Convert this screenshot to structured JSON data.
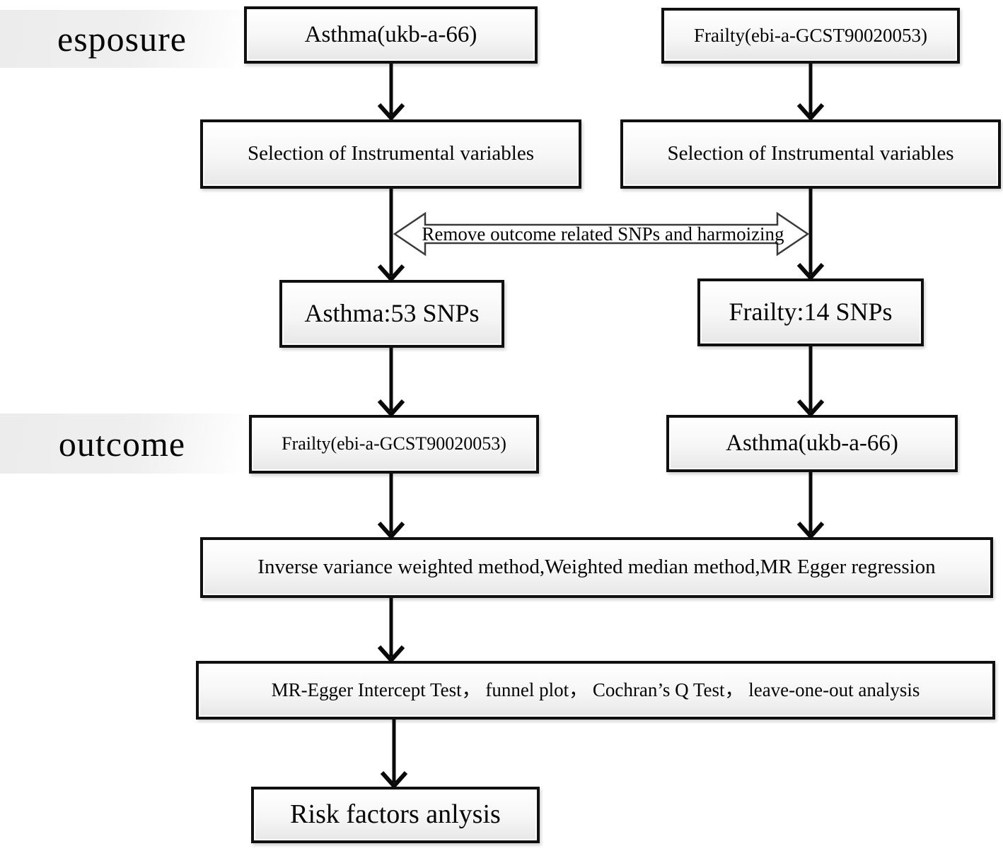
{
  "diagram": {
    "title_hint": "Mendelian randomization workflow flowchart",
    "row_labels": {
      "exposure": "esposure",
      "outcome": "outcome"
    },
    "boxes": {
      "exposure_left": "Asthma(ukb-a-66)",
      "exposure_right": "Frailty(ebi-a-GCST90020053)",
      "selection_left": "Selection of Instrumental variables",
      "selection_right": "Selection of Instrumental variables",
      "snp_left": "Asthma:53 SNPs",
      "snp_right": "Frailty:14 SNPs",
      "outcome_left": "Frailty(ebi-a-GCST90020053)",
      "outcome_right": "Asthma(ukb-a-66)",
      "methods": "Inverse variance weighted method,Weighted median method,MR Egger regression",
      "sensitivity": "MR-Egger Intercept Test， funnel plot， Cochran’s Q Test， leave-one-out analysis",
      "risk": "Risk factors anlysis"
    },
    "connector_label": "Remove outcome related SNPs and harmoizing",
    "colors": {
      "border": "#101010",
      "text": "#050505",
      "box_fill_top": "#ffffff",
      "box_fill_bottom": "#e7e7e7",
      "label_band": "#ececec",
      "double_arrow_outline": "#3a3a3a",
      "double_arrow_fill": "#ffffff"
    }
  }
}
